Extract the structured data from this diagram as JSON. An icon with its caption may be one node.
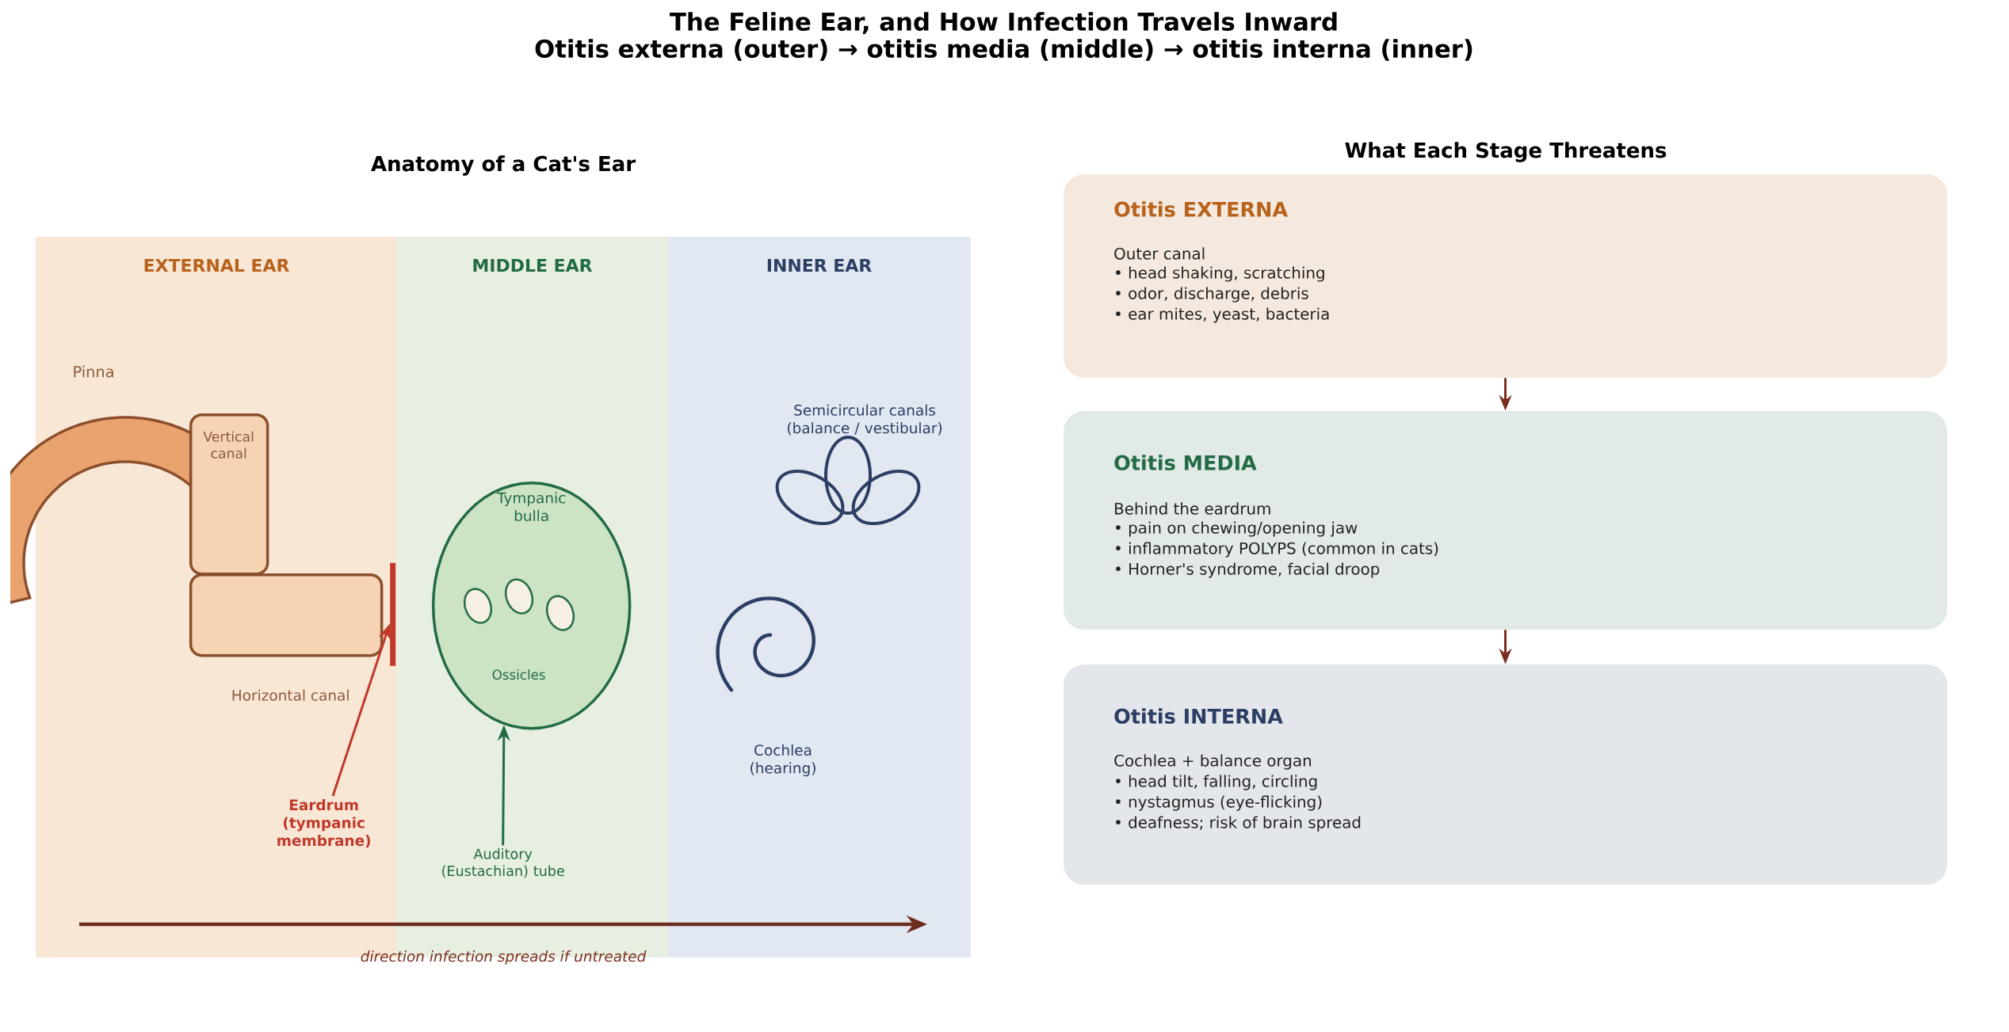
{
  "diagram": {
    "title": "The Feline Ear, and How Infection Travels Inward",
    "nodes": [
      {
        "text": [
          "EXTERNAL EAR"
        ]
      },
      {
        "text": [
          "MIDDLE EAR"
        ]
      },
      {
        "text": [
          "INNER EAR"
        ]
      },
      {
        "text": [
          "Vertical canal"
        ],
        "in": 0
      },
      {
        "text": [
          "Horizontal canal"
        ],
        "in": 0
      },
      {
        "text": [],
        "shape": "bar",
        "in": 0
      },
      {
        "text": [
          "Eardrum (tympanic membrane)"
        ],
        "in": 0
      },
      {
        "text": [
          "Tympanic bulla",
          "Ossicles"
        ],
        "in": 1
      },
      {
        "text": [
          "Auditory (Eustachian) tube"
        ],
        "in": 1
      },
      {
        "text": [
          "Otitis EXTERNA",
          "Outer canal",
          "• head shaking, scratching",
          "• odor, discharge, debris",
          "• ear mites, yeast, bacteria"
        ]
      },
      {
        "text": [
          "Otitis MEDIA",
          "Behind the eardrum",
          "• pain on chewing/opening jaw",
          "• inflammatory POLYPS (common in cats)",
          "• Horner's syndrome, facial droop"
        ]
      },
      {
        "text": [
          "Otitis INTERNA",
          "Cochlea + balance organ",
          "• head tilt, falling, circling",
          "• nystagmus (eye-flicking)",
          "• deafness; risk of brain spread"
        ]
      }
    ],
    "edges": [
      {
        "from": 6,
        "to": 5,
        "arrow": "to",
        "color": "#c0392b"
      },
      {
        "from": 8,
        "to": 7,
        "arrow": "to",
        "color": "#236b45"
      },
      {
        "from": 9,
        "to": 10,
        "arrow": "to"
      },
      {
        "from": 10,
        "to": 11,
        "arrow": "to"
      }
    ],
    "labels": [
      "Otitis externa (outer)  →  otitis media (middle)  →  otitis interna (inner)",
      "Anatomy of a Cat's Ear",
      "What Each Stage Threatens",
      "Pinna",
      "Semicircular canals (balance / vestibular)",
      "Cochlea (hearing)",
      "direction infection spreads if untreated"
    ]
  }
}
